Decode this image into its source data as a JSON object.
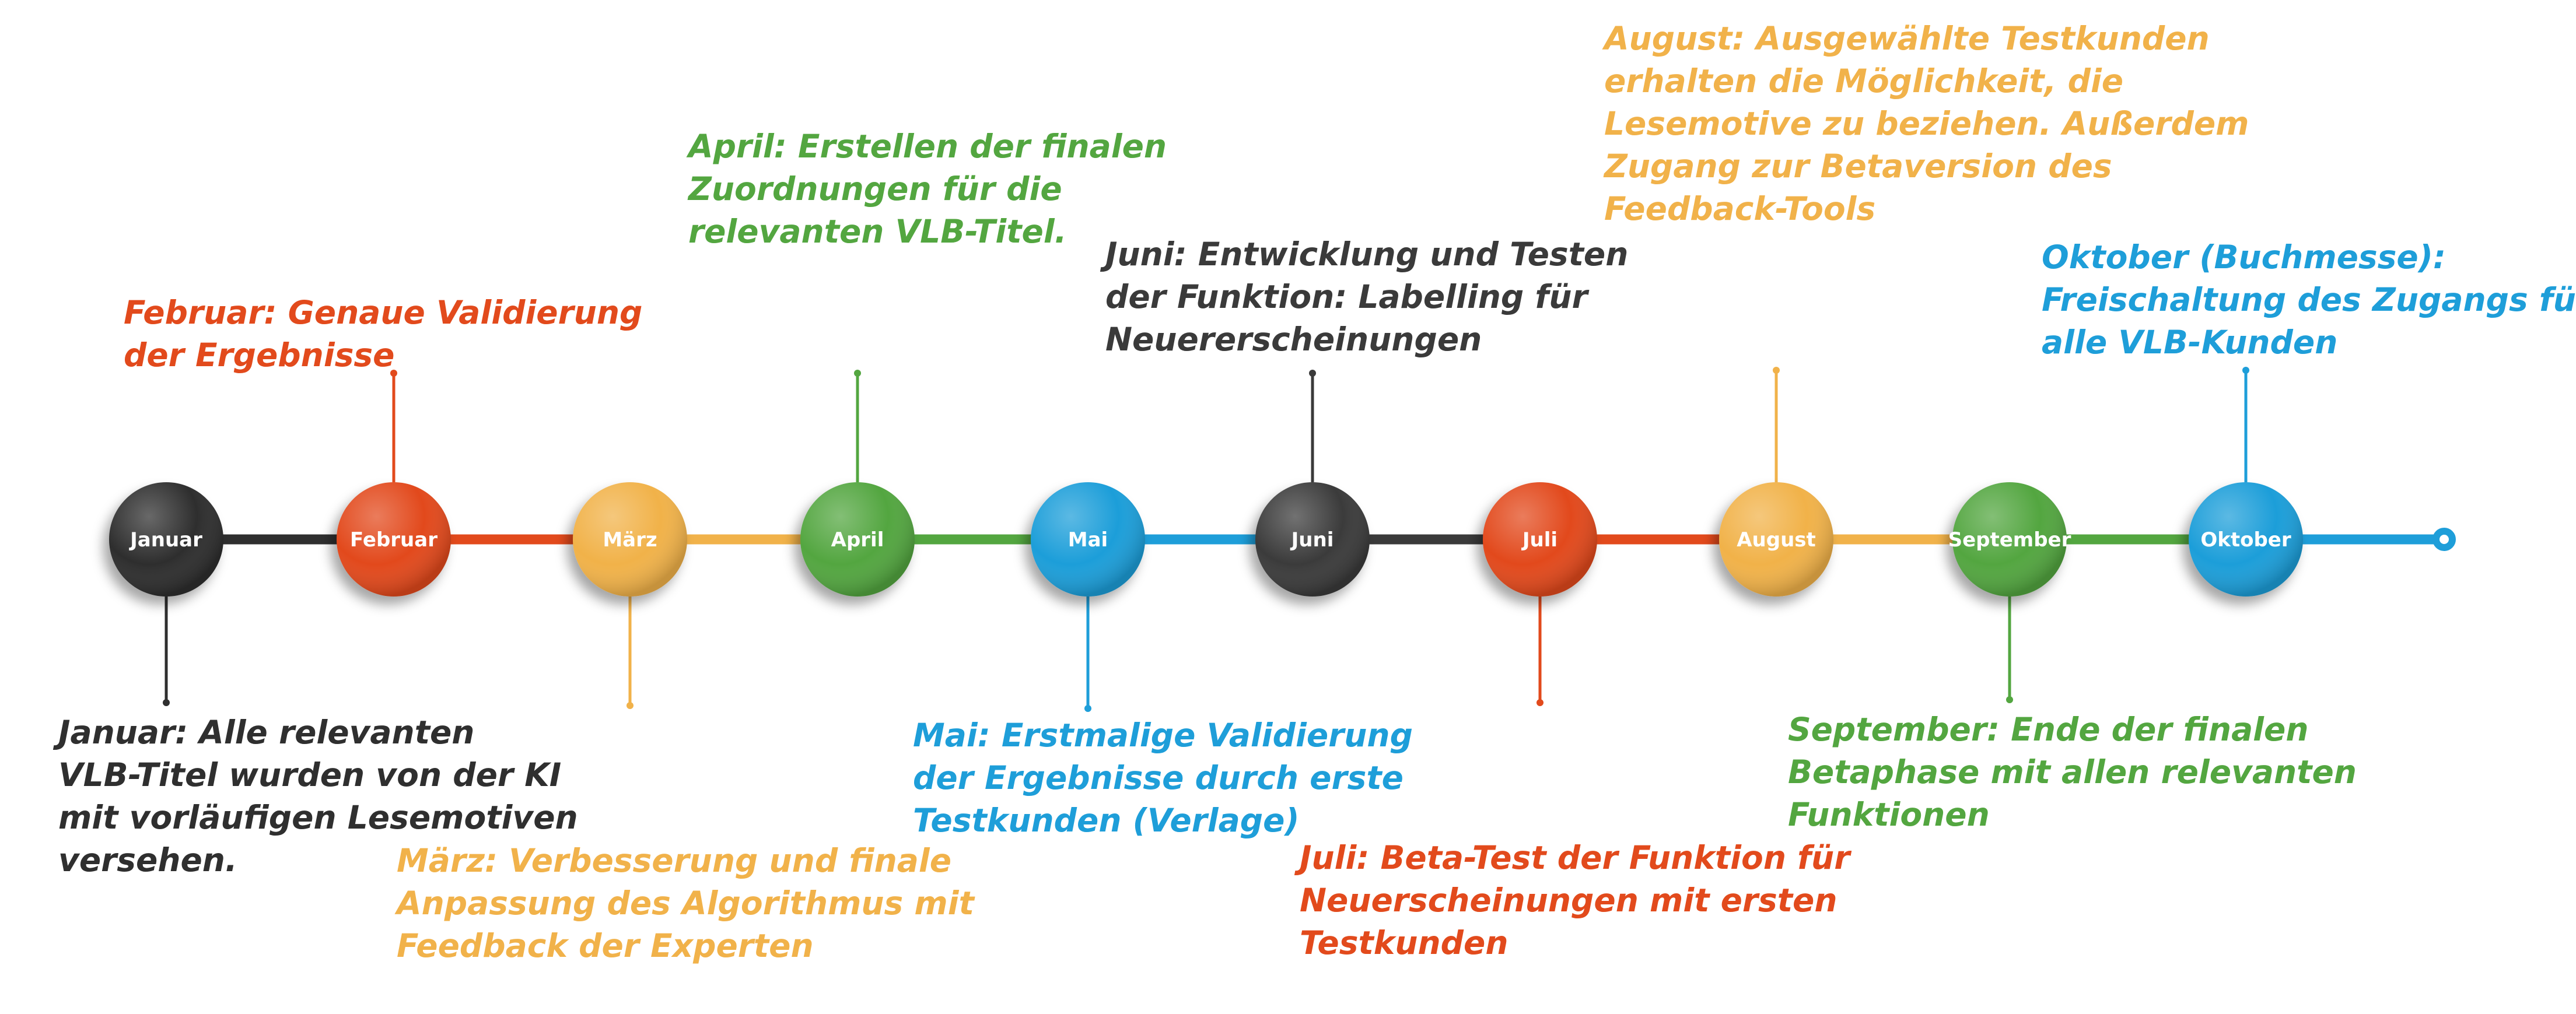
{
  "colors": {
    "Januar": "#2f2f2f",
    "Februar": "#e24a1c",
    "März": "#f1b24a",
    "April": "#53a640",
    "Mai": "#1e9ed9",
    "Juni": "#3a3a3a",
    "Juli": "#e24a1c",
    "August": "#f1b24a",
    "September": "#53a640",
    "Oktober": "#1e9ed9"
  },
  "months": [
    {
      "label": "Januar",
      "note_lines": [
        "Januar: Alle relevanten",
        "VLB-Titel wurden von der KI",
        "mit vorläufigen Lesemotiven",
        "versehen."
      ]
    },
    {
      "label": "Februar",
      "note_lines": [
        "Februar: Genaue Validierung",
        "der Ergebnisse"
      ]
    },
    {
      "label": "März",
      "note_lines": [
        "März: Verbesserung und finale",
        "Anpassung des Algorithmus mit",
        "Feedback der Experten"
      ]
    },
    {
      "label": "April",
      "note_lines": [
        "April: Erstellen der finalen",
        "Zuordnungen für die",
        "relevanten VLB-Titel."
      ]
    },
    {
      "label": "Mai",
      "note_lines": [
        "Mai: Erstmalige Validierung",
        "der Ergebnisse durch erste",
        "Testkunden (Verlage)"
      ]
    },
    {
      "label": "Juni",
      "note_lines": [
        "Juni: Entwicklung und Testen",
        "der Funktion: Labelling für",
        "Neuererscheinungen"
      ]
    },
    {
      "label": "Juli",
      "note_lines": [
        "Juli: Beta-Test der Funktion für",
        "Neuerscheinungen mit ersten",
        "Testkunden"
      ]
    },
    {
      "label": "August",
      "note_lines": [
        "August: Ausgewählte Testkunden",
        "erhalten die Möglichkeit, die",
        "Lesemotive zu beziehen. Außerdem",
        "Zugang zur Betaversion des",
        "Feedback-Tools"
      ]
    },
    {
      "label": "September",
      "note_lines": [
        "September: Ende der finalen",
        "Betaphase mit allen relevanten",
        "Funktionen"
      ]
    },
    {
      "label": "Oktober",
      "note_lines": [
        "Oktober (Buchmesse):",
        "Freischaltung des Zugangs für",
        "alle VLB-Kunden"
      ]
    }
  ]
}
